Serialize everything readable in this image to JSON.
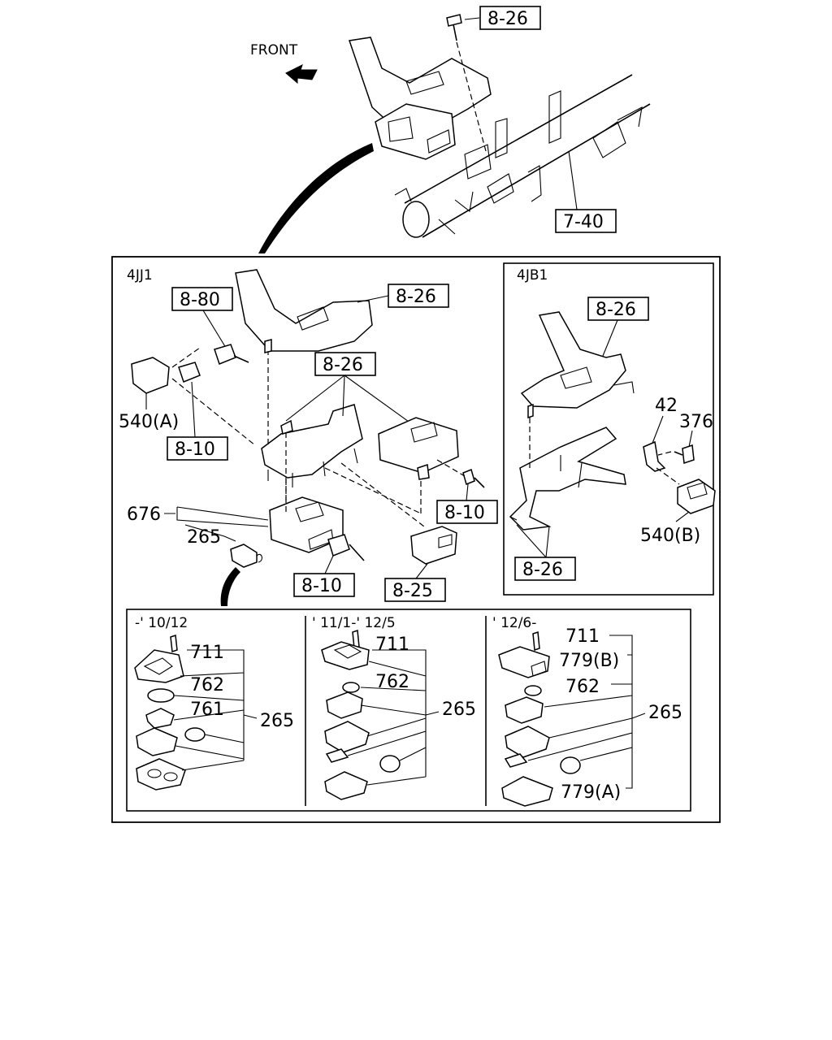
{
  "top": {
    "front_label": "FRONT",
    "bolt_ref": "8-26",
    "crossmember_ref": "7-40"
  },
  "panel_4jj1": {
    "engine": "4JJ1",
    "refs": {
      "bracket_upper": "8-26",
      "harness": "8-80",
      "bracket_mid": "8-26",
      "harness_left": "8-10",
      "harness_right": "8-10",
      "harness_bottom": "8-10",
      "relay": "8-25"
    },
    "parts": {
      "antenna": "540(A)",
      "control_unit": "676",
      "keyfob": "265"
    }
  },
  "panel_4jb1": {
    "engine": "4JB1",
    "refs": {
      "bracket_upper": "8-26",
      "bracket_lower": "8-26"
    },
    "parts": {
      "bracket": "42",
      "bolt": "376",
      "antenna": "540(B)"
    }
  },
  "keyfob_variants": [
    {
      "period": "-' 10/12",
      "screw": "711",
      "battery": "762",
      "holder": "761",
      "assembly": "265"
    },
    {
      "period": "' 11/1-' 12/5",
      "screw": "711",
      "battery": "762",
      "assembly": "265"
    },
    {
      "period": "' 12/6-",
      "screw": "711",
      "cover_b": "779(B)",
      "battery": "762",
      "assembly": "265",
      "cover_a": "779(A)"
    }
  ]
}
